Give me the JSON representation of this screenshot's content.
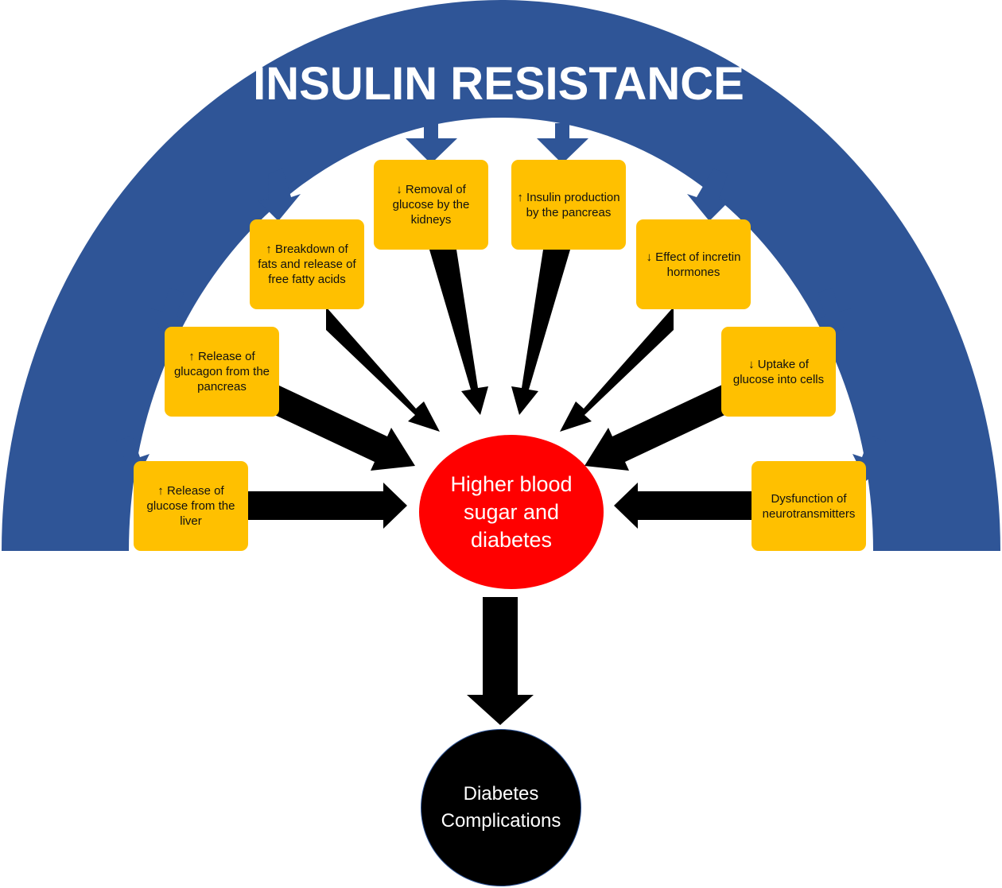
{
  "title": "INSULIN RESISTANCE",
  "colors": {
    "arc": "#2f5597",
    "box": "#ffc000",
    "center": "#ff0000",
    "outcome": "#000000",
    "arrow": "#000000"
  },
  "factors": [
    {
      "id": "liver",
      "text": "↑ Release of glucose from the liver"
    },
    {
      "id": "glucagon",
      "text": "↑ Release of glucagon from the pancreas"
    },
    {
      "id": "fats",
      "text": "↑ Breakdown of fats and release of free fatty acids"
    },
    {
      "id": "kidneys",
      "text": "↓ Removal of glucose by the kidneys"
    },
    {
      "id": "insulin",
      "text": "↑ Insulin production by the pancreas"
    },
    {
      "id": "incretin",
      "text": "↓ Effect of incretin hormones"
    },
    {
      "id": "uptake",
      "text": "↓ Uptake of glucose into cells"
    },
    {
      "id": "neuro",
      "text": "Dysfunction of neurotransmitters"
    }
  ],
  "center": {
    "text": "Higher blood sugar and diabetes"
  },
  "outcome": {
    "text": "Diabetes Complications"
  }
}
